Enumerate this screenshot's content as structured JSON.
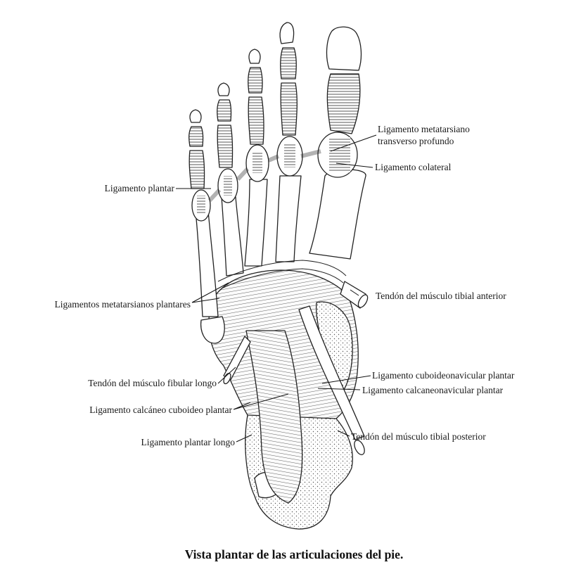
{
  "caption": "Vista plantar de las articulaciones del pie.",
  "labels": {
    "lig_metatarsiano_1": "Ligamento metatarsiano",
    "lig_metatarsiano_2": "transverso profundo",
    "lig_colateral": "Ligamento colateral",
    "lig_plantar": "Ligamento plantar",
    "tendon_tibial_anterior": "Tendón del músculo tibial anterior",
    "lig_metatarsianos_plantares": "Ligamentos metatarsianos plantares",
    "lig_cuboideonavicular": "Ligamento cuboideonavicular plantar",
    "tendon_fibular_longo": "Tendón del músculo fibular longo",
    "lig_calcaneonavicular": "Ligamento calcaneonavicular plantar",
    "lig_calcaneo_cuboideo": "Ligamento calcáneo cuboideo plantar",
    "tendon_tibial_posterior": "Tendón del músculo tibial posterior",
    "lig_plantar_longo": "Ligamento plantar longo"
  }
}
